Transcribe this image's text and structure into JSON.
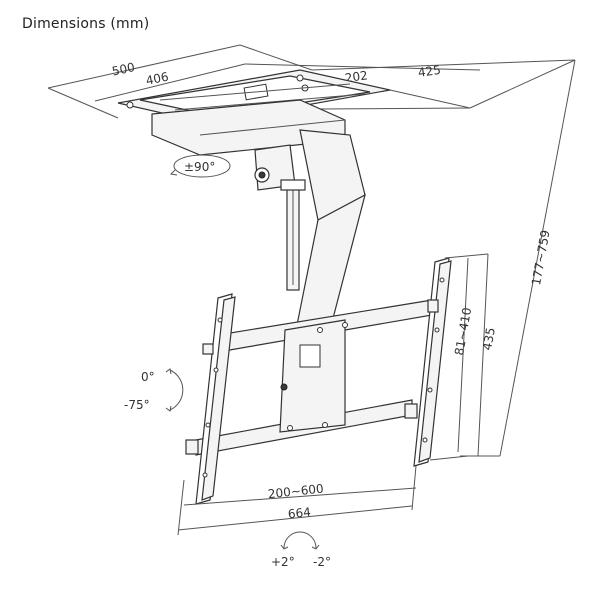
{
  "title": "Dimensions (mm)",
  "dimensions": {
    "top_width": "500",
    "top_inner": "406",
    "top_depth_inner": "202",
    "top_depth": "425",
    "height_range": "177~759",
    "vesa_h_range": "200~600",
    "overall_width": "664",
    "vesa_v_range": "81~410",
    "overall_height": "435"
  },
  "angles": {
    "swivel": "±90°",
    "tilt_top": "0°",
    "tilt_bottom": "-75°",
    "level_plus": "+2°",
    "level_minus": "-2°"
  }
}
